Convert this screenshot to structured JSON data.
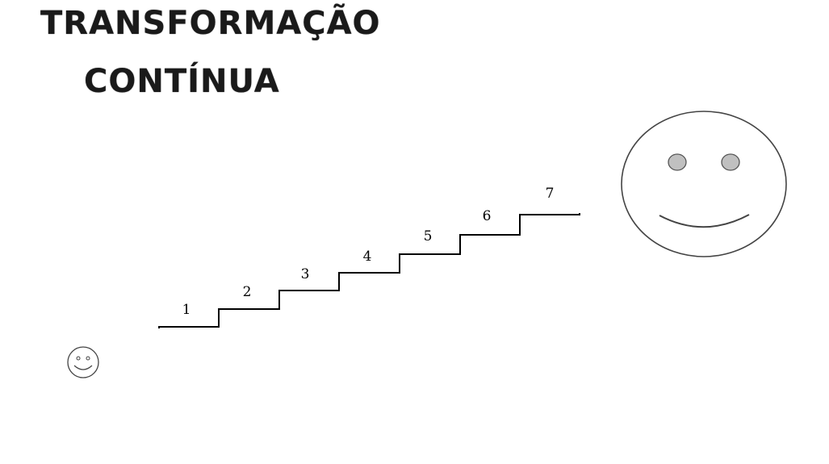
{
  "title": {
    "line1": "TRANSFORMAÇÃO",
    "line2": "CONTÍNUA"
  },
  "steps": [
    "1",
    "2",
    "3",
    "4",
    "5",
    "6",
    "7"
  ],
  "icons": {
    "small_face": "smiley-face-icon",
    "large_face": "smiley-face-icon"
  },
  "colors": {
    "stair_line": "#000000",
    "face_outline": "#444444",
    "eye_fill": "#c0c0c0"
  }
}
